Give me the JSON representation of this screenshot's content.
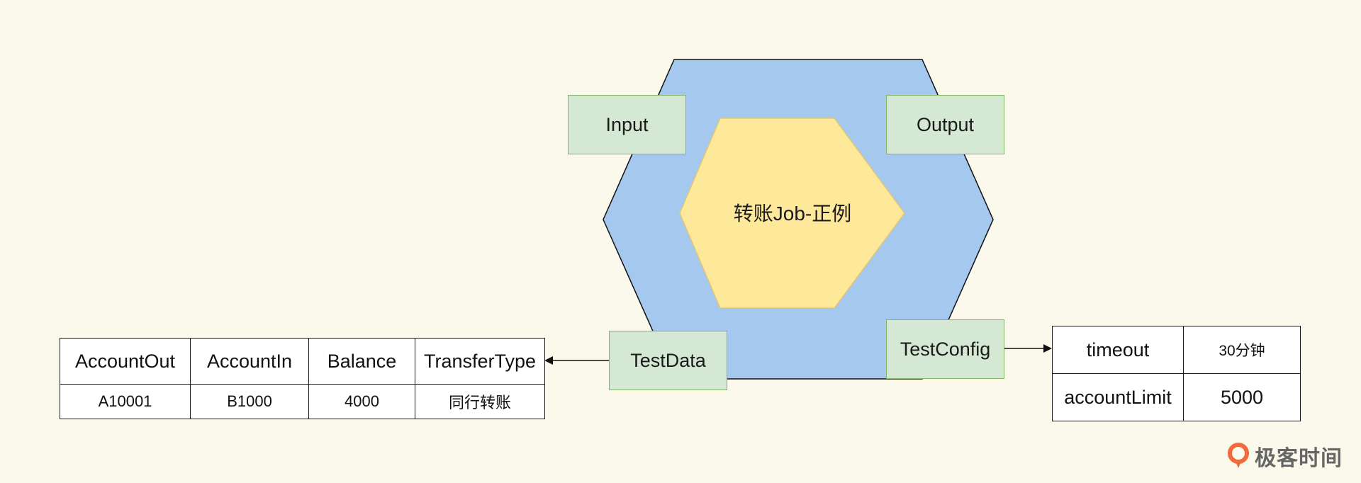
{
  "diagram": {
    "core_label": "转账Job-正例",
    "ports": {
      "input": "Input",
      "output": "Output",
      "test_data": "TestData",
      "test_config": "TestConfig"
    },
    "test_data_table": {
      "headers": [
        "AccountOut",
        "AccountIn",
        "Balance",
        "TransferType"
      ],
      "row": [
        "A10001",
        "B1000",
        "4000",
        "同行转账"
      ]
    },
    "test_config_table": {
      "rows": [
        {
          "key": "timeout",
          "value": "30分钟"
        },
        {
          "key": "accountLimit",
          "value": "5000"
        }
      ]
    }
  },
  "brand": {
    "text": "极客时间"
  },
  "colors": {
    "background": "#fbf8ec",
    "outer_hexagon": "#a4c8ee",
    "inner_hexagon": "#fee89a",
    "inner_hexagon_border": "#e7c771",
    "port_fill": "#d5e8d4",
    "port_border": "#82b366",
    "brand_logo": "#f06a3b"
  },
  "icons": {
    "brand_logo": "geekbang-logo-icon"
  }
}
